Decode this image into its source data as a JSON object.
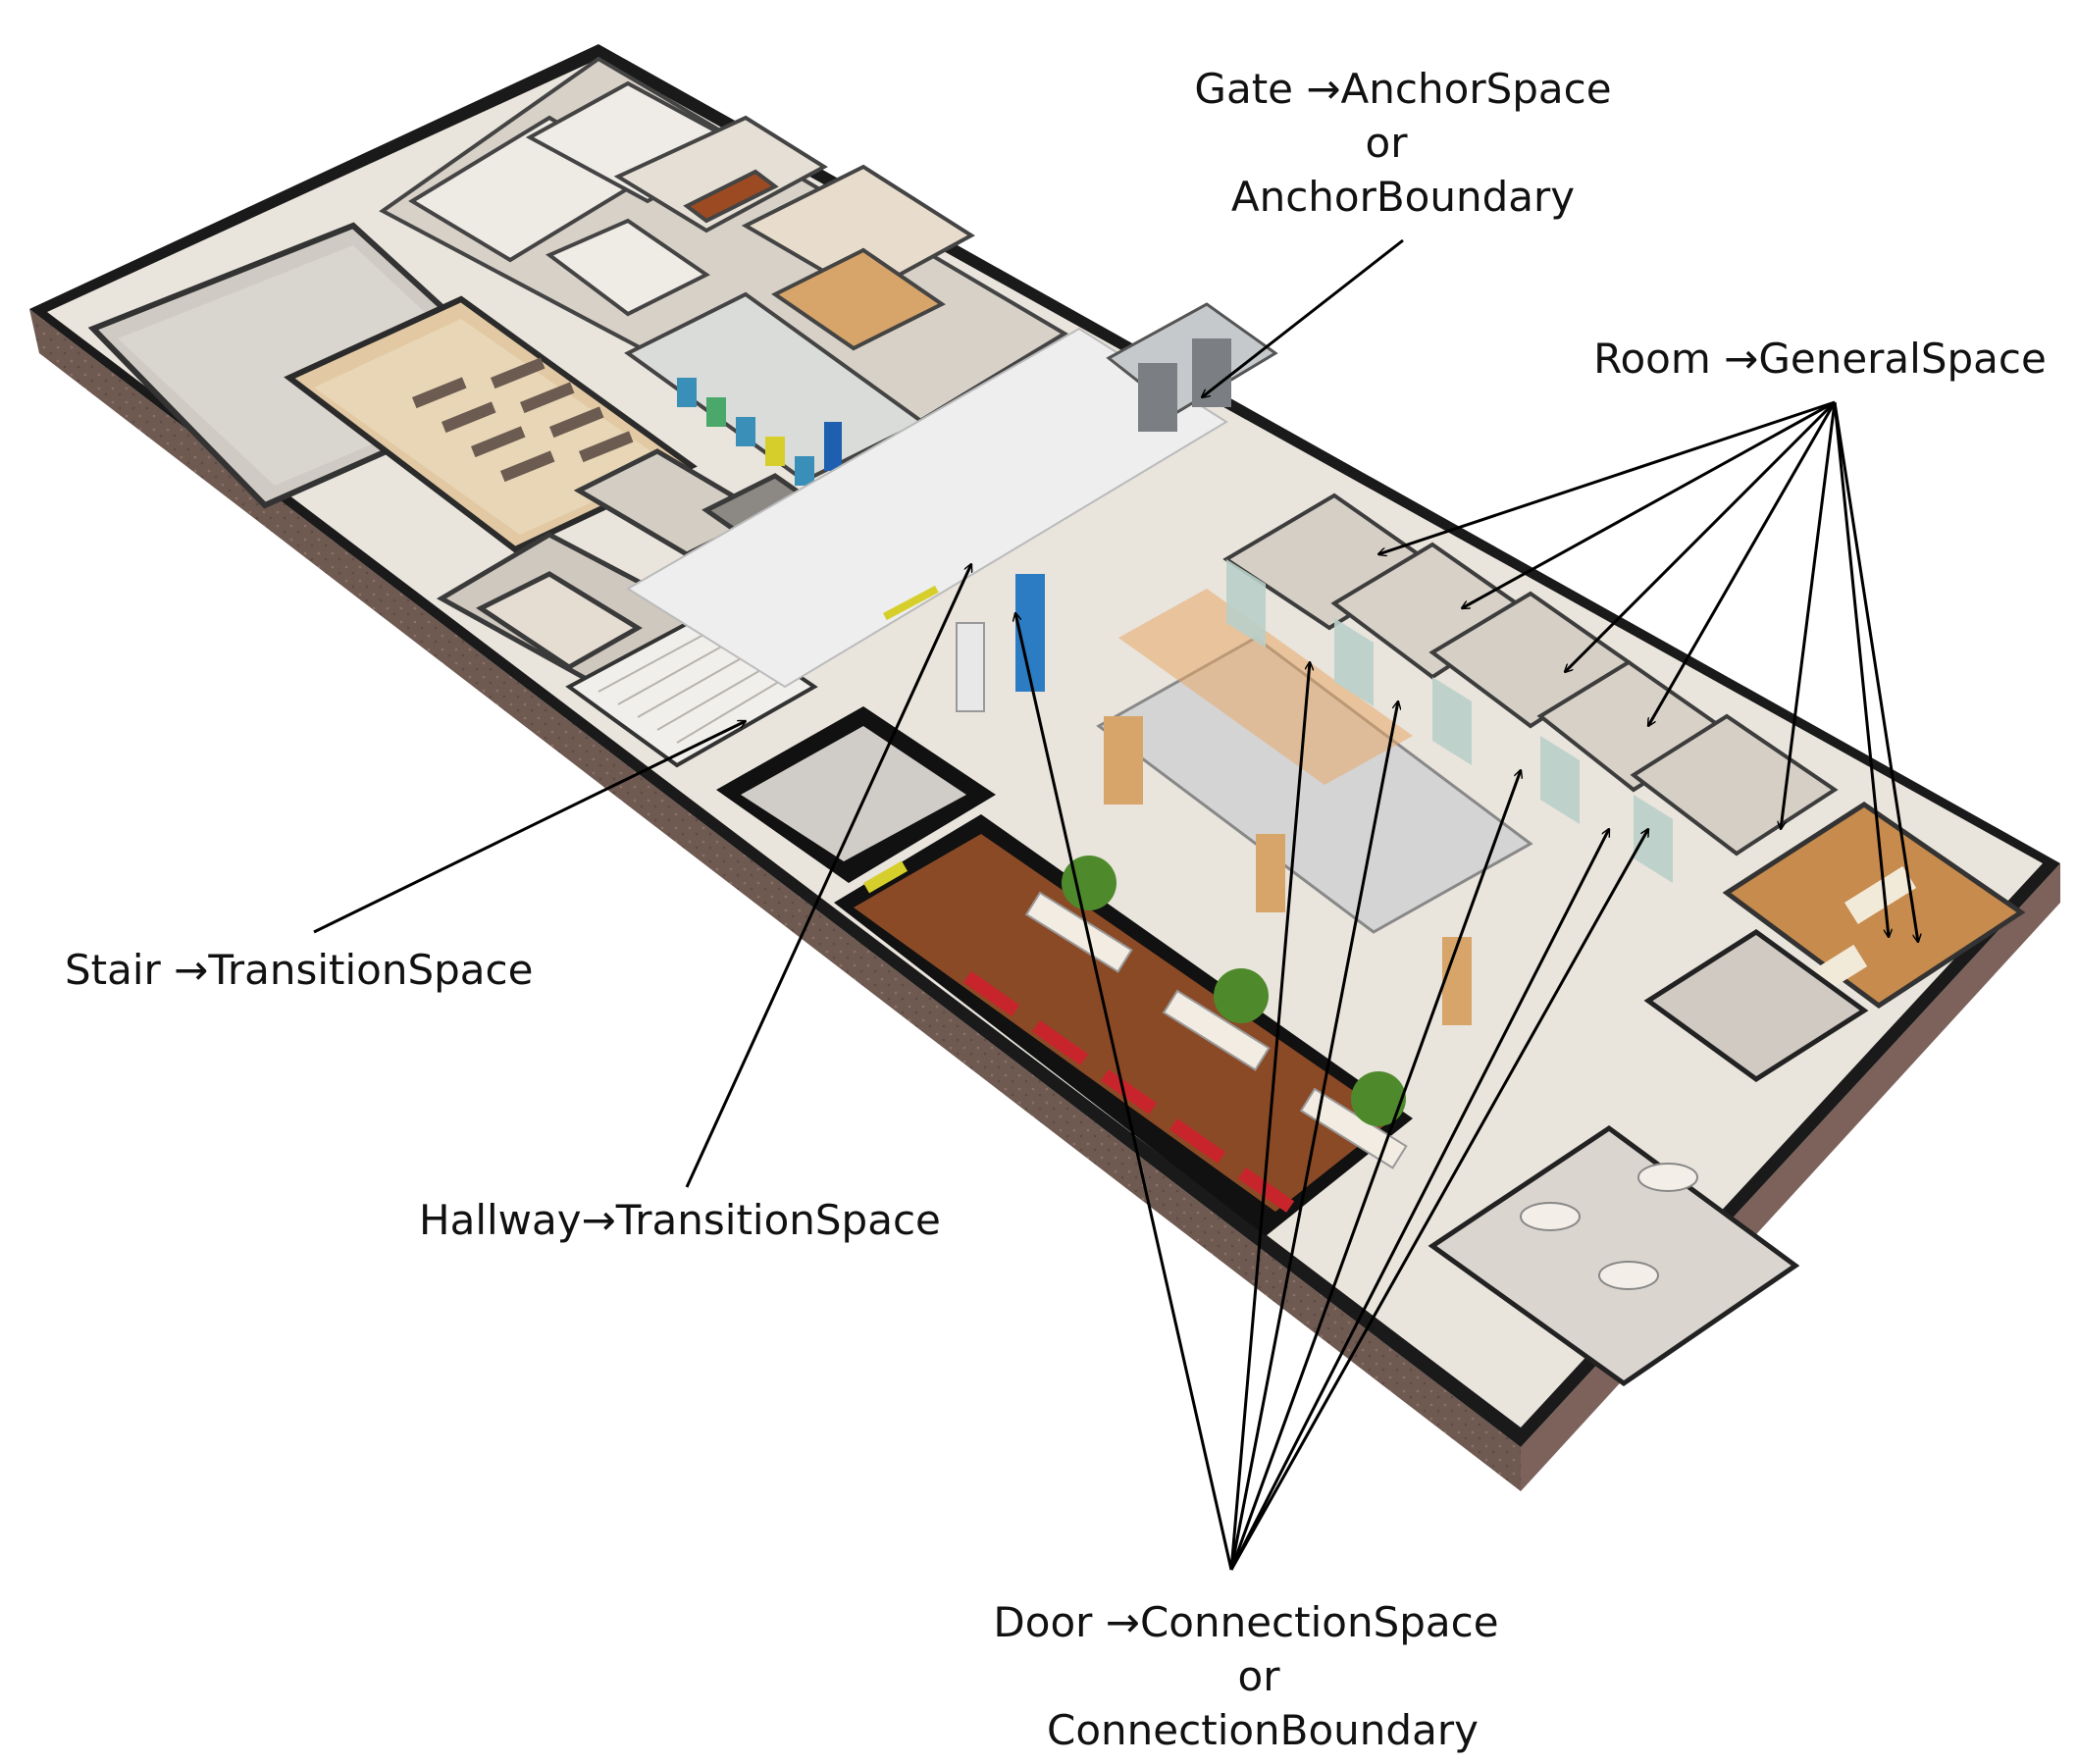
{
  "labels": {
    "gate": {
      "line1": "Gate →AnchorSpace",
      "line2": "or",
      "line3": "AnchorBoundary"
    },
    "room": "Room →GeneralSpace",
    "stair": "Stair →TransitionSpace",
    "hallway": "Hallway→TransitionSpace",
    "door": {
      "line1": "Door →ConnectionSpace",
      "line2": "or",
      "line3": "ConnectionBoundary"
    }
  },
  "colors": {
    "exterior_wall": "#8a6a63",
    "floor": "#e9e4dc",
    "wood_floor": "#8b4a26",
    "interior_wall": "#d4ccc4",
    "glass": "#b9cfc9",
    "accent_red": "#c8242b",
    "accent_yellow": "#d6cf2b",
    "plant": "#4e8a2c",
    "arrow": "#000000"
  }
}
